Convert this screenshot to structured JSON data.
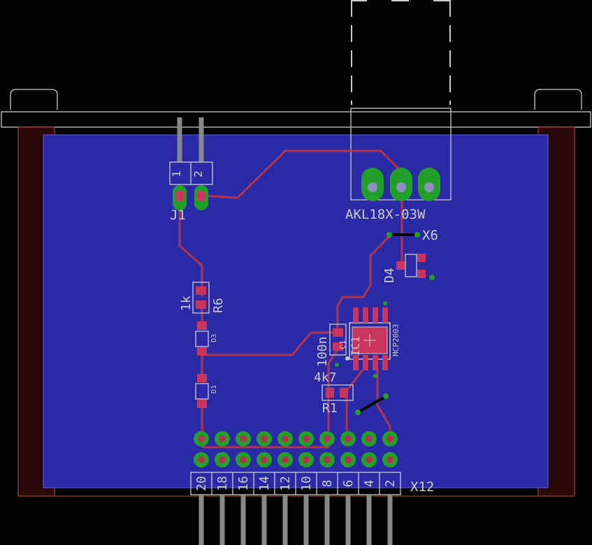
{
  "colors": {
    "background": "#000000",
    "copper_pour": "#2a2aa6",
    "trace": "#b1344c",
    "silkscreen": "#cbcbcb",
    "pad_green": "#23a02b",
    "smd_pad": "#c8365e"
  },
  "labels": {
    "j1_name": "J1",
    "j1_pin1": "1",
    "j1_pin2": "2",
    "x6_value": "AKL18X-03W",
    "x6_name": "X6",
    "d4_name": "D4",
    "r6_value": "1k",
    "r6_name": "R6",
    "d3_name": "D3",
    "d1_name": "D1",
    "ic_name": "MCP2003",
    "ic_label": "IC1",
    "cap_value": "100n",
    "cap_name": "C1",
    "r1_value": "4k7",
    "r1_name": "R1",
    "x12_name": "X12",
    "x12_pins": [
      "20",
      "18",
      "16",
      "14",
      "12",
      "10",
      "8",
      "6",
      "4",
      "2"
    ]
  }
}
